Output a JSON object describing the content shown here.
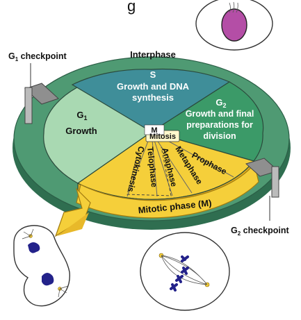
{
  "page_title_fragment": "g",
  "ring_label": "Interphase",
  "mitotic_label": "Mitotic phase (M)",
  "checkpoints": {
    "g1": {
      "letter": "G",
      "sub": "1",
      "rest": " checkpoint"
    },
    "g2": {
      "letter": "G",
      "sub": "2",
      "rest": " checkpoint"
    }
  },
  "phases": {
    "s": {
      "title": "S",
      "line1": "Growth and DNA",
      "line2": "synthesis"
    },
    "g1": {
      "letter": "G",
      "sub": "1",
      "line1": "Growth"
    },
    "g2": {
      "letter": "G",
      "sub": "2",
      "line1": "Growth and final",
      "line2": "preparations for",
      "line3": "division"
    },
    "m": "M"
  },
  "mitosis_label": "Mitosis",
  "stages": [
    "Prophase",
    "Metaphase",
    "Anaphase",
    "Telophase"
  ],
  "cytokinesis_label": "Cytokinesis",
  "colors": {
    "ring": "#4f9a73",
    "ring_dark": "#2f6e50",
    "ring_light": "#8cc7a2",
    "s_phase": "#3f8e99",
    "g1_phase": "#a9d9b2",
    "g2_phase": "#3b9a68",
    "mitotic": "#f5cf3a",
    "mitotic_light": "#ffe99a",
    "nucleus": "#b44ea6",
    "chromosome": "#23228a"
  },
  "icons": [
    "interphase-cell-icon",
    "telophase-cell-icon",
    "metaphase-cell-icon"
  ]
}
